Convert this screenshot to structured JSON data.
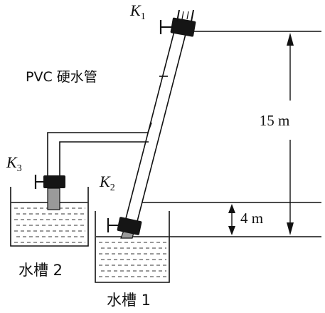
{
  "labels": {
    "k1": "K",
    "k1_sub": "1",
    "k2": "K",
    "k2_sub": "2",
    "k3": "K",
    "k3_sub": "3",
    "pipe": "PVC 硬水管",
    "height_total": "15 m",
    "height_diff": "4 m",
    "tank1": "水槽 1",
    "tank2": "水槽 2"
  },
  "colors": {
    "ink": "#111111",
    "water_dash": "#333333",
    "valve": "#151515",
    "pipe_fill": "#ffffff",
    "water_in_pipe": "#9a9a9a"
  }
}
